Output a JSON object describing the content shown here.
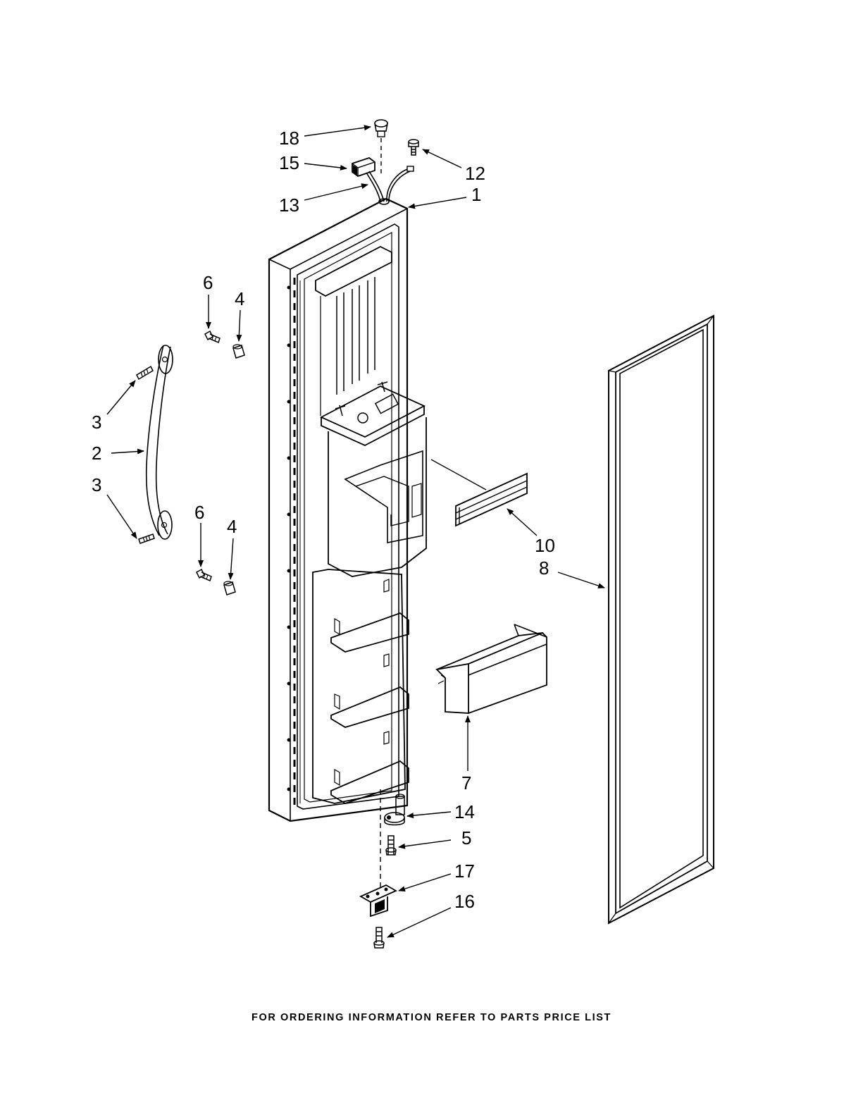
{
  "callouts": {
    "c1": "1",
    "c2": "2",
    "c3a": "3",
    "c3b": "3",
    "c4a": "4",
    "c4b": "4",
    "c5": "5",
    "c6a": "6",
    "c6b": "6",
    "c7": "7",
    "c8": "8",
    "c10": "10",
    "c12": "12",
    "c13": "13",
    "c14": "14",
    "c15": "15",
    "c16": "16",
    "c17": "17",
    "c18": "18"
  },
  "footer": {
    "text": "FOR ORDERING INFORMATION REFER TO PARTS PRICE LIST"
  }
}
